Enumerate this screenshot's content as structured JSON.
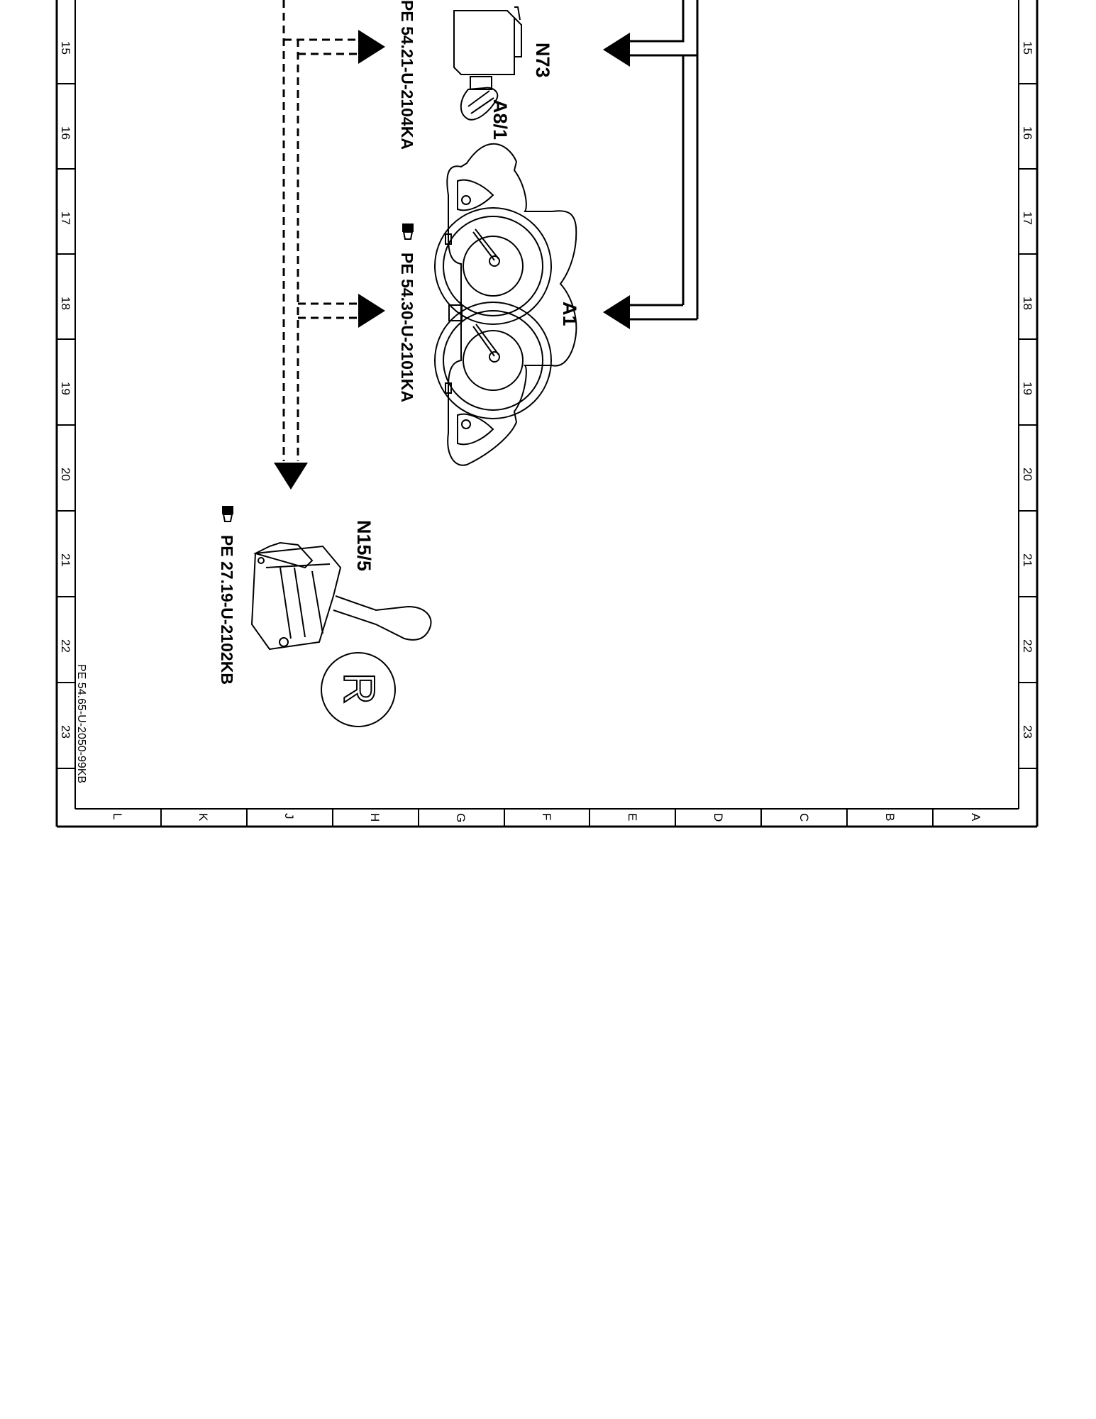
{
  "grid": {
    "rows": [
      "15",
      "16",
      "17",
      "18",
      "19",
      "20",
      "21",
      "22",
      "23"
    ],
    "columns": [
      "L",
      "K",
      "J",
      "H",
      "G",
      "F",
      "E",
      "D",
      "C",
      "B",
      "A"
    ]
  },
  "components": {
    "n73": {
      "id": "N73"
    },
    "a8_1": {
      "id": "A8/1"
    },
    "a1": {
      "id": "A1"
    },
    "n15_5": {
      "id": "N15/5"
    }
  },
  "references": {
    "n73_ref": "PE 54.21-U-2104KA",
    "a1_ref": "PE 54.30-U-2101KA",
    "n15_5_ref": "PE 27.19-U-2102KB"
  },
  "drawing_code": "PE 54.65-U-2050-99KB",
  "marker": "R"
}
